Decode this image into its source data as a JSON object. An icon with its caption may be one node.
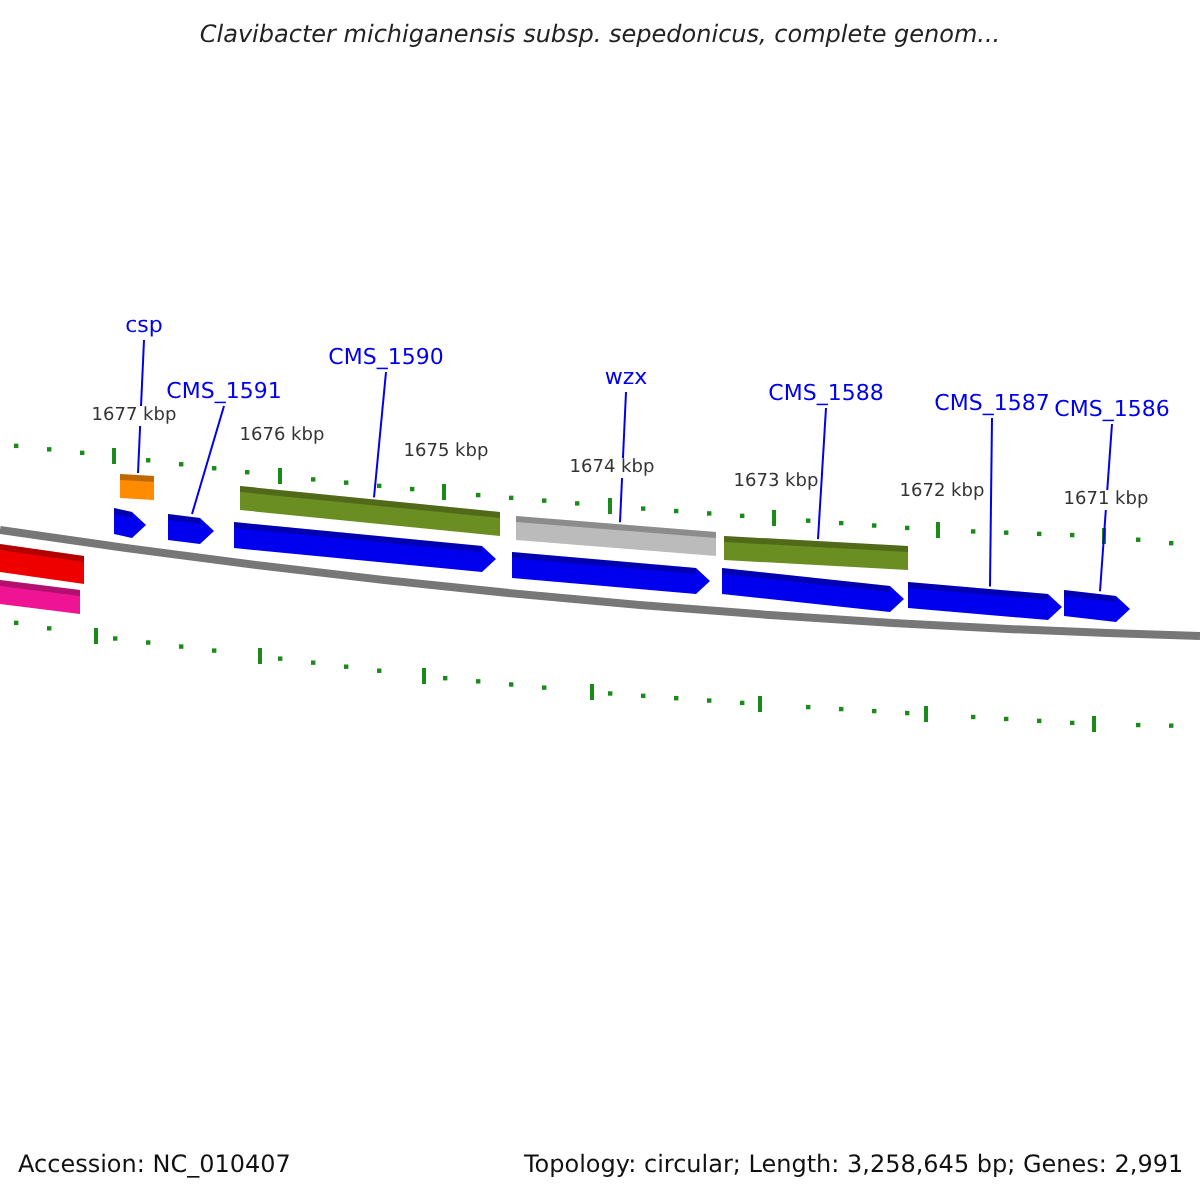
{
  "diagram": {
    "title": "Clavibacter michiganensis subsp. sepedonicus, complete genom...",
    "nodes": [
      {
        "text": [
          "csp"
        ]
      },
      {
        "text": [
          "CMS_1591"
        ]
      },
      {
        "text": [
          "CMS_1590"
        ]
      },
      {
        "text": [
          "wzx"
        ]
      },
      {
        "text": [
          "CMS_1588"
        ]
      },
      {
        "text": [
          "CMS_1587"
        ]
      },
      {
        "text": [
          "CMS_1586"
        ]
      },
      {
        "text": [],
        "shape": "bar"
      },
      {
        "text": [],
        "shape": "arrow"
      },
      {
        "text": [],
        "shape": "bar"
      },
      {
        "text": [],
        "shape": "bar"
      },
      {
        "text": [],
        "shape": "bar"
      },
      {
        "text": [],
        "shape": "arrow"
      },
      {
        "text": [],
        "shape": "arrow"
      },
      {
        "text": [],
        "shape": "bar"
      },
      {
        "text": [],
        "shape": "bar"
      },
      {
        "text": [],
        "shape": "arrow"
      },
      {
        "text": [],
        "shape": "arrow"
      },
      {
        "text": [],
        "shape": "arrow"
      },
      {
        "text": [],
        "shape": "arrow"
      }
    ],
    "edges": [
      {
        "from": 0,
        "to": 7,
        "arrow": "none"
      },
      {
        "from": 1,
        "to": 8,
        "arrow": "none"
      },
      {
        "from": 2,
        "to": 9,
        "arrow": "none"
      },
      {
        "from": 3,
        "to": 10,
        "arrow": "none"
      },
      {
        "from": 4,
        "to": 11,
        "arrow": "none"
      },
      {
        "from": 5,
        "to": 12,
        "arrow": "none"
      },
      {
        "from": 6,
        "to": 13,
        "arrow": "none"
      }
    ],
    "labels": [
      "1677 kbp",
      "1676 kbp",
      "1675 kbp",
      "1674 kbp",
      "1673 kbp",
      "1672 kbp",
      "1671 kbp",
      "Accession: NC_010407",
      "Topology: circular; Length: 3,258,645 bp; Genes: 2,991"
    ]
  }
}
